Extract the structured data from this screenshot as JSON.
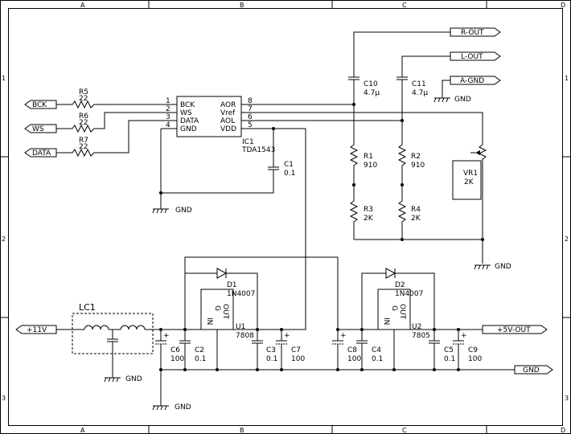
{
  "frame": {
    "columns": [
      "A",
      "B",
      "C",
      "D"
    ],
    "rows": [
      "1",
      "2",
      "3"
    ]
  },
  "ports": {
    "bck": "BCK",
    "ws": "WS",
    "data": "DATA",
    "r_out": "R-OUT",
    "l_out": "L-OUT",
    "a_gnd": "A-GND",
    "in_11v": "+11V",
    "out_5v": "+5V-OUT",
    "gnd": "GND"
  },
  "ic1": {
    "ref": "IC1",
    "part": "TDA1543",
    "pin_numbers_left": [
      "1",
      "2",
      "3",
      "4"
    ],
    "pin_names_left": [
      "BCK",
      "WS",
      "DATA",
      "GND"
    ],
    "pin_numbers_right": [
      "8",
      "7",
      "6",
      "5"
    ],
    "pin_names_right": [
      "AOR",
      "Vref",
      "AOL",
      "VDD"
    ]
  },
  "components": {
    "r5": {
      "ref": "R5",
      "value": "22"
    },
    "r6": {
      "ref": "R6",
      "value": "22"
    },
    "r7": {
      "ref": "R7",
      "value": "22"
    },
    "r1": {
      "ref": "R1",
      "value": "910"
    },
    "r2": {
      "ref": "R2",
      "value": "910"
    },
    "r3": {
      "ref": "R3",
      "value": "2K"
    },
    "r4": {
      "ref": "R4",
      "value": "2K"
    },
    "vr1": {
      "ref": "VR1",
      "value": "2K"
    },
    "c1": {
      "ref": "C1",
      "value": "0.1"
    },
    "c10": {
      "ref": "C10",
      "value": "4.7µ"
    },
    "c11": {
      "ref": "C11",
      "value": "4.7µ"
    },
    "c6": {
      "ref": "C6",
      "value": "100"
    },
    "c2": {
      "ref": "C2",
      "value": "0.1"
    },
    "c3": {
      "ref": "C3",
      "value": "0.1"
    },
    "c7": {
      "ref": "C7",
      "value": "100"
    },
    "c8": {
      "ref": "C8",
      "value": "100"
    },
    "c4": {
      "ref": "C4",
      "value": "0.1"
    },
    "c5": {
      "ref": "C5",
      "value": "0.1"
    },
    "c9": {
      "ref": "C9",
      "value": "100"
    },
    "d1": {
      "ref": "D1",
      "value": "1N4007"
    },
    "d2": {
      "ref": "D2",
      "value": "1N4007"
    },
    "u1": {
      "ref": "U1",
      "value": "7808"
    },
    "u2": {
      "ref": "U2",
      "value": "7805"
    },
    "lc1": {
      "ref": "LC1"
    }
  },
  "regulator_pins": [
    "IN",
    "G",
    "OUT"
  ],
  "gnd_label": "GND"
}
